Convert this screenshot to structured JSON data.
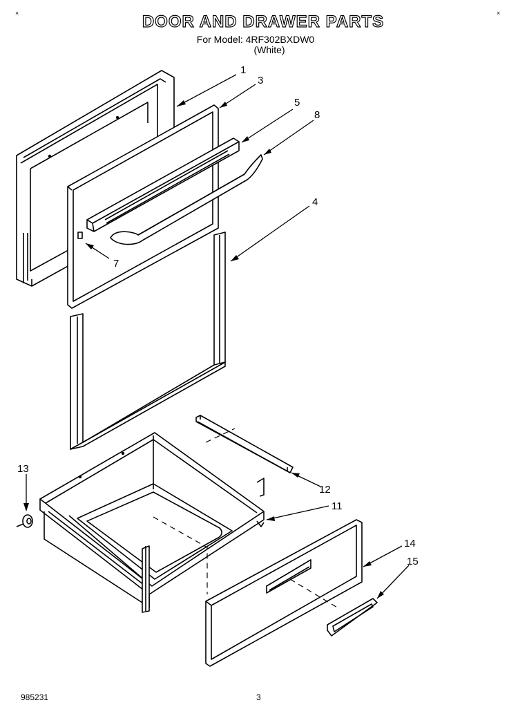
{
  "header": {
    "title": "DOOR AND DRAWER PARTS",
    "model_line": "For Model: 4RF302BXDW0",
    "color_line": "(White)"
  },
  "corner_marks": {
    "left": "×",
    "right": "×"
  },
  "footer": {
    "doc_number": "985231",
    "page_number": "3"
  },
  "callouts": {
    "c1": "1",
    "c3": "3",
    "c4": "4",
    "c5": "5",
    "c7": "7",
    "c8": "8",
    "c11": "11",
    "c12": "12",
    "c13": "13",
    "c14": "14",
    "c15": "15"
  }
}
